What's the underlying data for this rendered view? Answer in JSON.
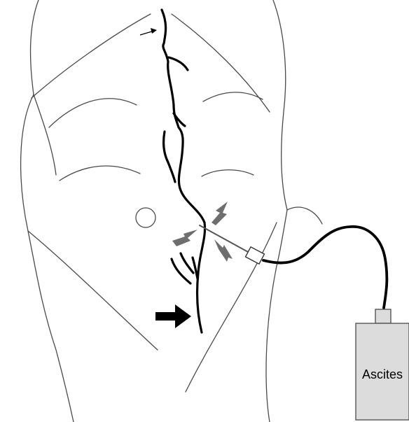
{
  "container": {
    "label": "Ascites",
    "fill": "#dcdcdc",
    "stroke": "#555555"
  },
  "icons": {
    "umbilicus": "circle-outline",
    "energy_marks": "lightning-bolt-icons",
    "arrows": "black-arrow-icons"
  }
}
